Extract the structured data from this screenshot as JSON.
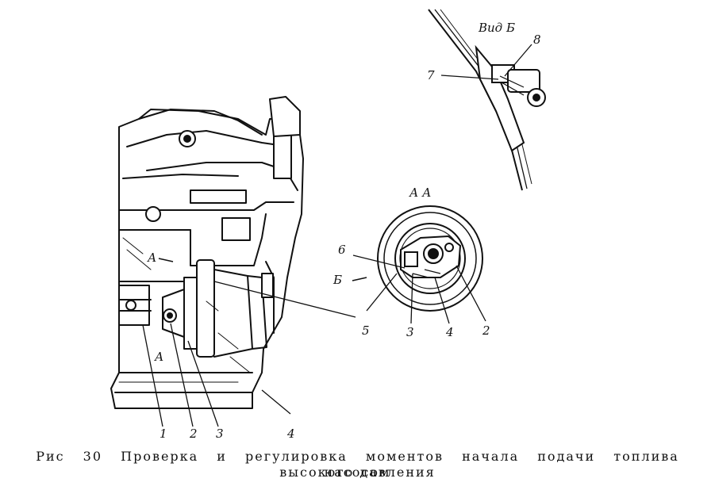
{
  "figure": {
    "caption_line1": "Рис 30 Проверка и регулировка моментов начала подачи топлива насосом",
    "caption_line2": "высокого давления",
    "view_label": "Вид Б",
    "section_label": "А А",
    "marker_a": "А",
    "marker_b": "Б",
    "callouts": {
      "c1": "1",
      "c2": "2",
      "c3": "3",
      "c4": "4",
      "c5": "5",
      "c6": "6",
      "c7": "7",
      "c8": "8",
      "d2": "2",
      "d3": "3",
      "d4": "4"
    }
  }
}
